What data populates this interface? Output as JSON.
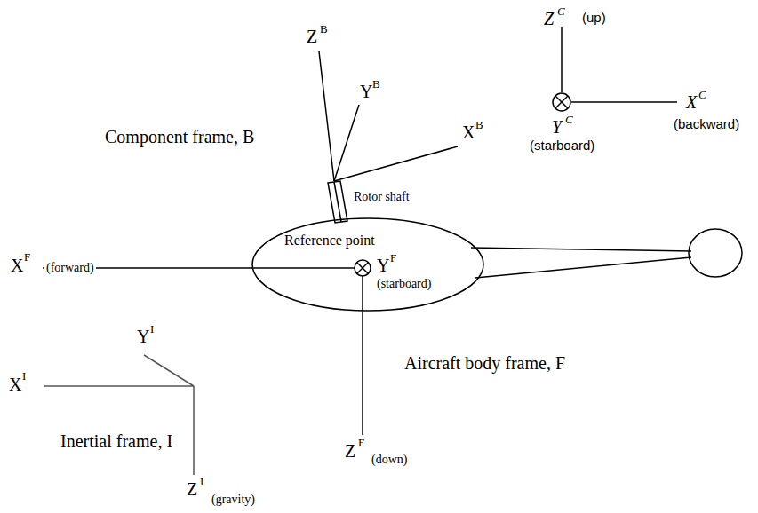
{
  "diagram": {
    "nodes": [
      {
        "text": [
          "Reference point"
        ]
      }
    ],
    "labels": [
      "Z",
      "C",
      "(up)",
      "Y",
      "C",
      "(starboard)",
      "X",
      "C",
      "(backward)",
      "Z",
      "B",
      "Y",
      "B",
      "X",
      "B",
      "Component frame, B",
      "Rotor shaft",
      "X",
      "F",
      "(forward)",
      "Y",
      "F",
      "(starboard)",
      "Aircraft body frame, F",
      "Z",
      "F",
      "(down)",
      "Y",
      "I",
      "X",
      "I",
      "Inertial frame, I",
      "Z",
      "I",
      "(gravity)"
    ]
  }
}
